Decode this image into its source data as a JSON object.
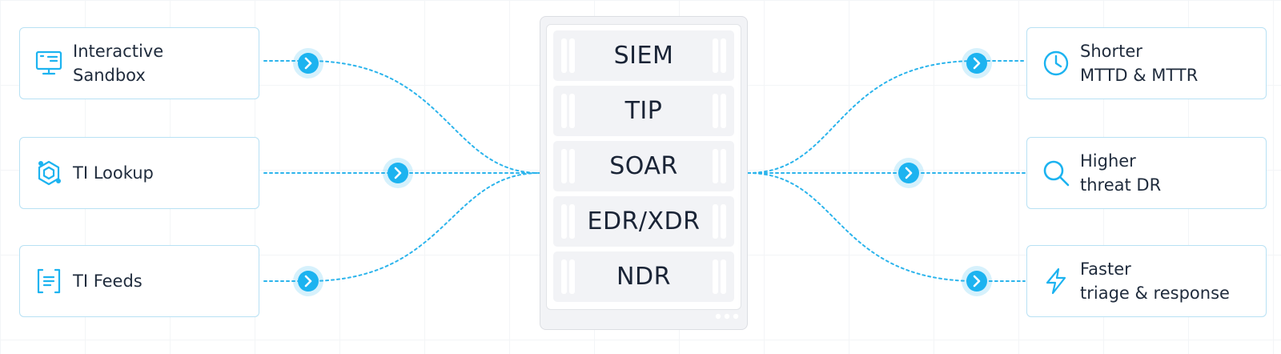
{
  "inputs": [
    {
      "id": "sandbox",
      "lines": [
        "Interactive",
        "Sandbox"
      ],
      "icon": "monitor-icon"
    },
    {
      "id": "lookup",
      "lines": [
        "TI Lookup"
      ],
      "icon": "hexagon-network-icon"
    },
    {
      "id": "feeds",
      "lines": [
        "TI Feeds"
      ],
      "icon": "document-bracket-icon"
    }
  ],
  "platforms": [
    "SIEM",
    "TIP",
    "SOAR",
    "EDR/XDR",
    "NDR"
  ],
  "outcomes": [
    {
      "id": "mttd",
      "lines": [
        "Shorter",
        "MTTD & MTTR"
      ],
      "icon": "clock-icon"
    },
    {
      "id": "detection",
      "lines": [
        "Higher",
        "threat DR"
      ],
      "icon": "magnifier-icon"
    },
    {
      "id": "triage",
      "lines": [
        "Faster",
        "triage & response"
      ],
      "icon": "lightning-icon"
    }
  ],
  "colors": {
    "accent": "#1cb3f0",
    "card_border": "#b8e1f4",
    "connector": "#2bb4ec",
    "stack_bg": "#f2f3f6",
    "text": "#1f2b3c"
  }
}
